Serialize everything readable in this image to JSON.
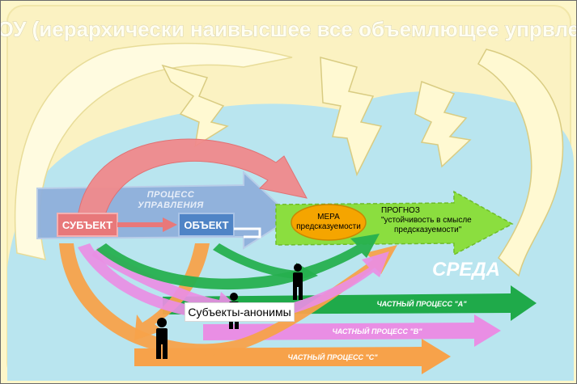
{
  "title": "ИНВОУ (иерархически наивысшее все объемлющее упрвление)",
  "environment_label": "СРЕДА",
  "control_process": {
    "line1": "ПРОЦЕСС",
    "line2": "УПРАВЛЕНИЯ"
  },
  "subject_label": "СУБЪЕКТ",
  "object_label": "ОБЪЕКТ",
  "measure": {
    "line1": "МЕРА",
    "line2": "предсказуемости"
  },
  "forecast": {
    "line1": "ПРОГНОЗ",
    "line2": "\"устойчивость в смысле",
    "line3": "предсказуемости\""
  },
  "partial_processes": {
    "a": "ЧАСТНЫЙ ПРОЦЕСС \"А\"",
    "b": "ЧАСТНЫЙ ПРОЦЕСС \"В\"",
    "c": "ЧАСТНЫЙ ПРОЦЕСС \"С\""
  },
  "anonymous_subjects_label": "Субъекты-анонимы",
  "colors": {
    "background": "#fdf6c9",
    "environment": "#b9e5ef",
    "control_arrow": "#8fb0dc",
    "subject": "#e8787a",
    "object": "#4f84c6",
    "measure": "#f5a500",
    "forecast": "#8bde3f",
    "process_a": "#1faa4a",
    "process_b": "#e98ee4",
    "process_c": "#f7a24a"
  }
}
